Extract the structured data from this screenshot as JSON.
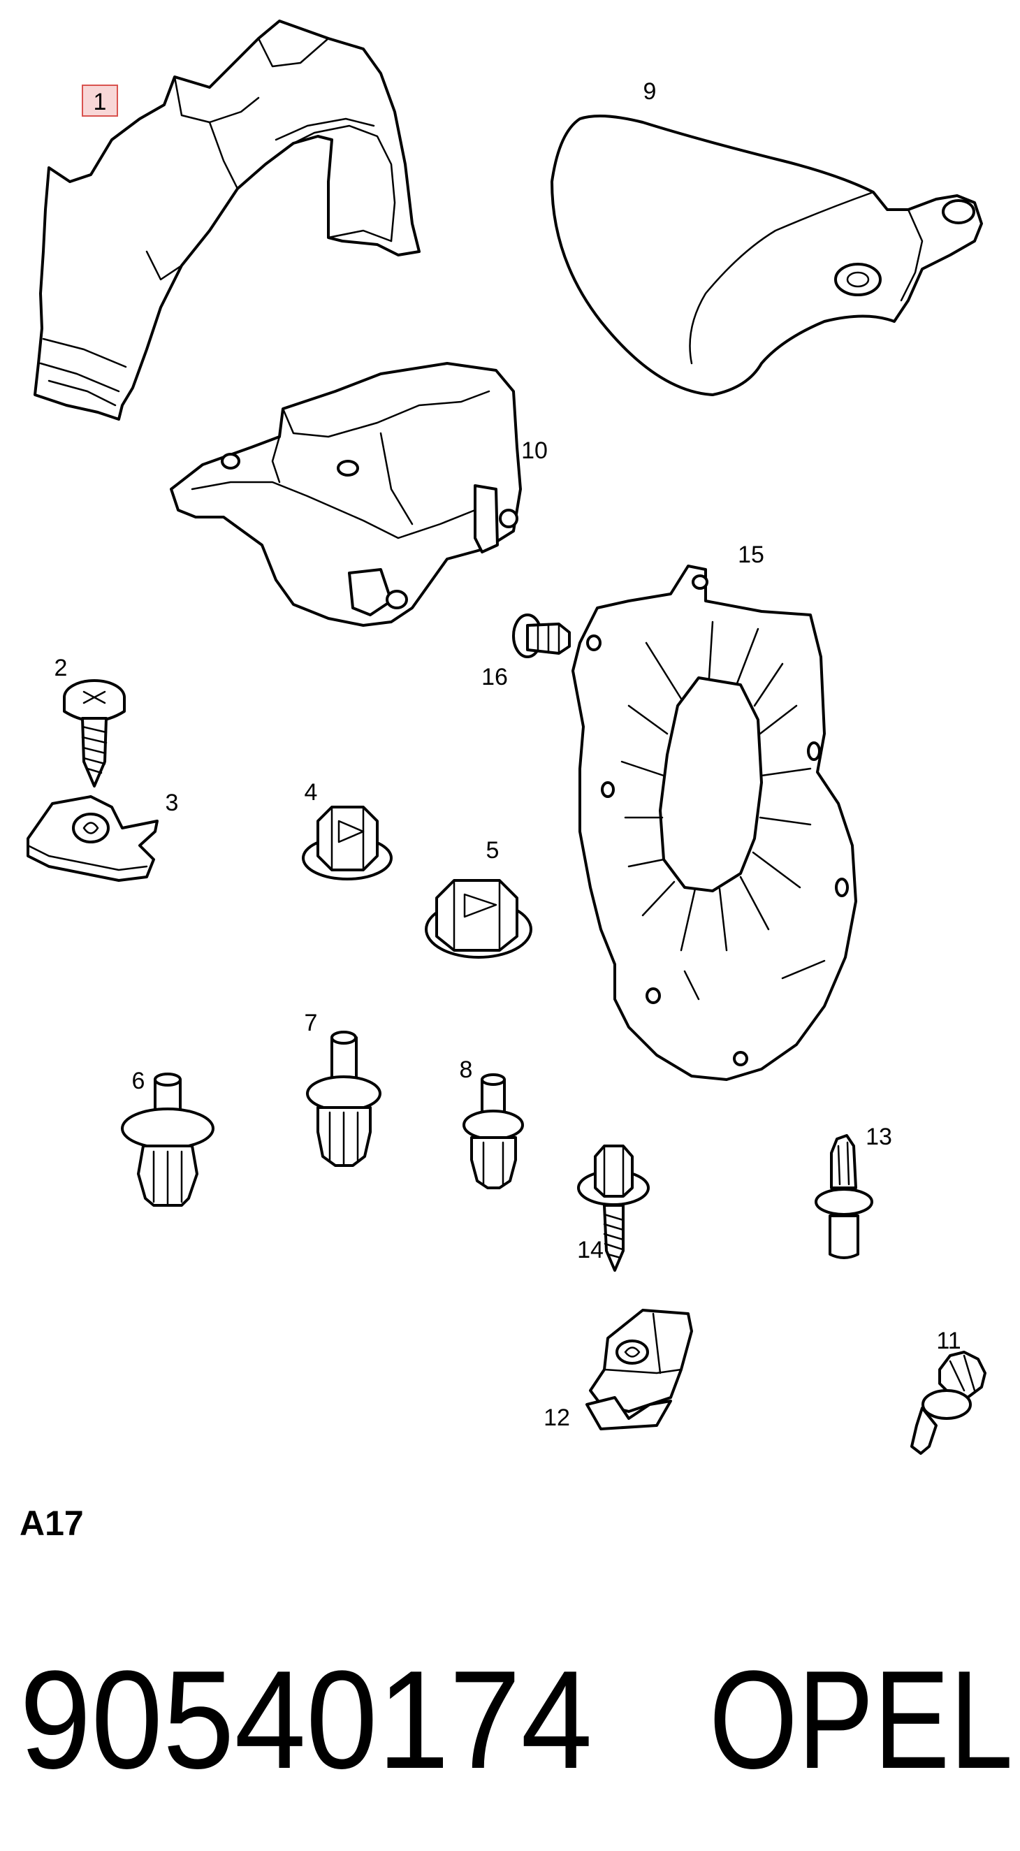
{
  "colors": {
    "line": "#000000",
    "background": "#ffffff",
    "highlight_border": "#d9534f",
    "highlight_fill": "#f8d7d7"
  },
  "callouts": {
    "c1": "1",
    "c2": "2",
    "c3": "3",
    "c4": "4",
    "c5": "5",
    "c6": "6",
    "c7": "7",
    "c8": "8",
    "c9": "9",
    "c10": "10",
    "c11": "11",
    "c12": "12",
    "c13": "13",
    "c14": "14",
    "c15": "15",
    "c16": "16"
  },
  "highlighted_callout": "1",
  "diagram_ref": "A17",
  "part_number": "90540174",
  "brand": "OPEL"
}
